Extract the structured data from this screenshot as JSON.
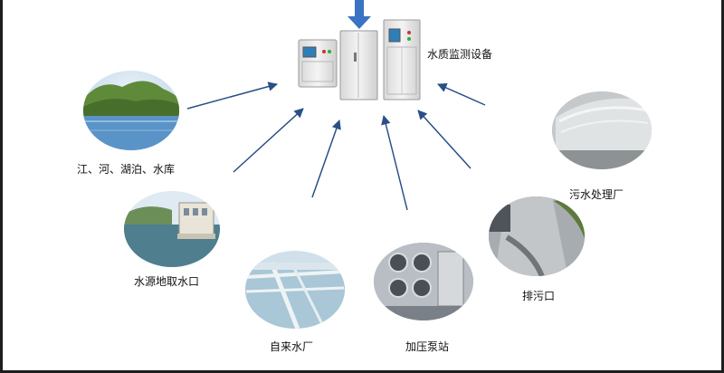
{
  "equipment": {
    "label": "水质监测设备"
  },
  "sources": [
    {
      "key": "lake",
      "label": "江、河、湖泊、水库"
    },
    {
      "key": "intake",
      "label": "水源地取水口"
    },
    {
      "key": "waterworks",
      "label": "自来水厂"
    },
    {
      "key": "pump",
      "label": "加压泵站"
    },
    {
      "key": "outlet",
      "label": "排污口"
    },
    {
      "key": "sewage",
      "label": "污水处理厂"
    }
  ],
  "colors": {
    "arrow": "#2a4f86",
    "top_arrow": "#3a73c4",
    "cabinet": "#ececec"
  }
}
